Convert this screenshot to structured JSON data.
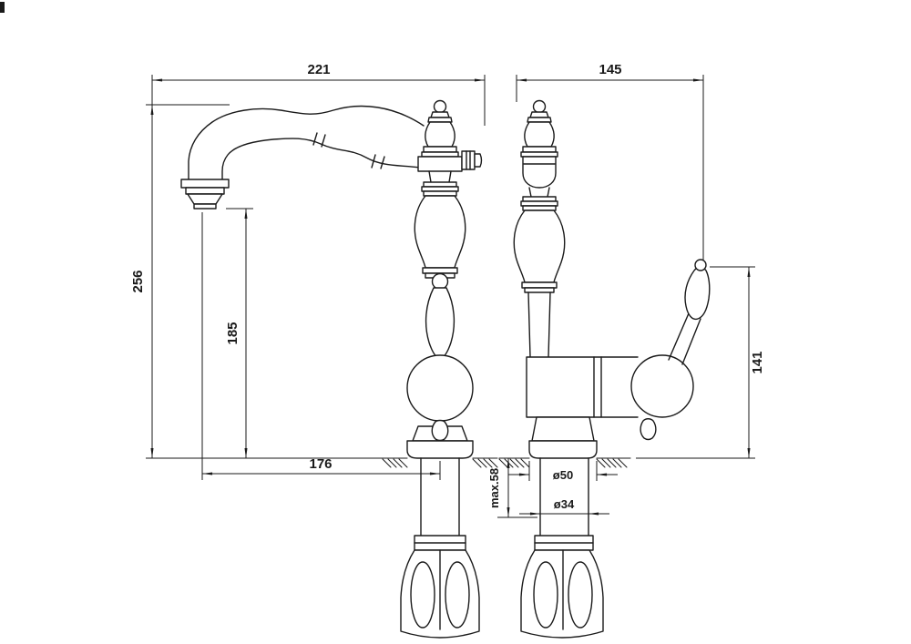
{
  "page": {
    "background": "#ffffff"
  },
  "drawing": {
    "line_color": "#1a1a1a",
    "dim_color": "#1a1a1a",
    "dims": {
      "spout_reach": "221",
      "depth": "145",
      "overall_height": "256",
      "outlet_height": "185",
      "handle_height": "141",
      "outlet_to_axis": "176",
      "max_deck_thickness": "max.58",
      "base_diameter": "ø50",
      "shank_diameter": "ø34"
    }
  }
}
